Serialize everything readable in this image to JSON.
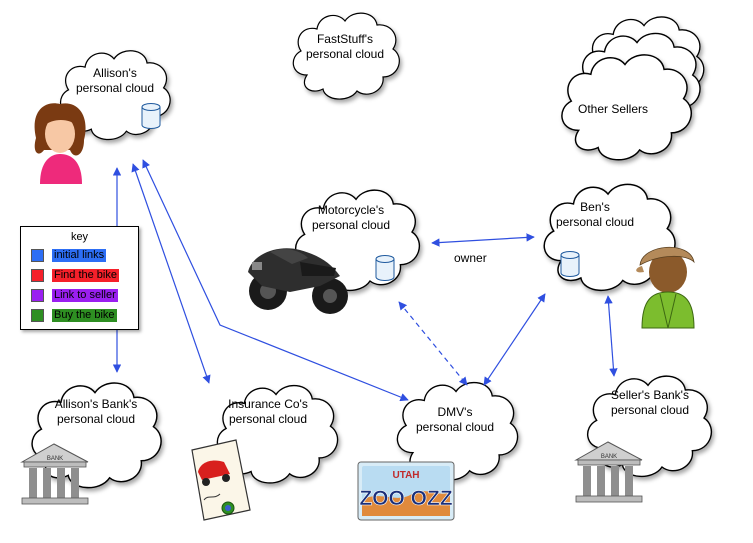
{
  "clouds": {
    "allison": "Allison's\npersonal cloud",
    "faststuff": "FastStuff's\npersonal cloud",
    "other_sellers": "Other Sellers",
    "motorcycle": "Motorcycle's\npersonal cloud",
    "ben": "Ben's\npersonal cloud",
    "allisons_bank": "Allison's Bank's\npersonal cloud",
    "insurance": "Insurance Co's\npersonal cloud",
    "dmv": "DMV's\npersonal cloud",
    "sellers_bank": "Seller's Bank's\npersonal cloud"
  },
  "edge_labels": {
    "owner": "owner"
  },
  "key": {
    "title": "key",
    "items": [
      {
        "label": "initial links",
        "color": "#2d6ef5"
      },
      {
        "label": "Find the bike",
        "color": "#f5202a"
      },
      {
        "label": "Link to seller",
        "color": "#9a1ff0"
      },
      {
        "label": "Buy the bike",
        "color": "#2e8f22"
      }
    ]
  },
  "icons": {
    "bank_sign": "BANK",
    "plate_state": "UTAH",
    "plate_number": "ZOO OZZ"
  },
  "colors": {
    "link_blue": "#2f4fe0",
    "cloud_stroke": "#000000",
    "datastore_fill": "#e8f2fb"
  }
}
